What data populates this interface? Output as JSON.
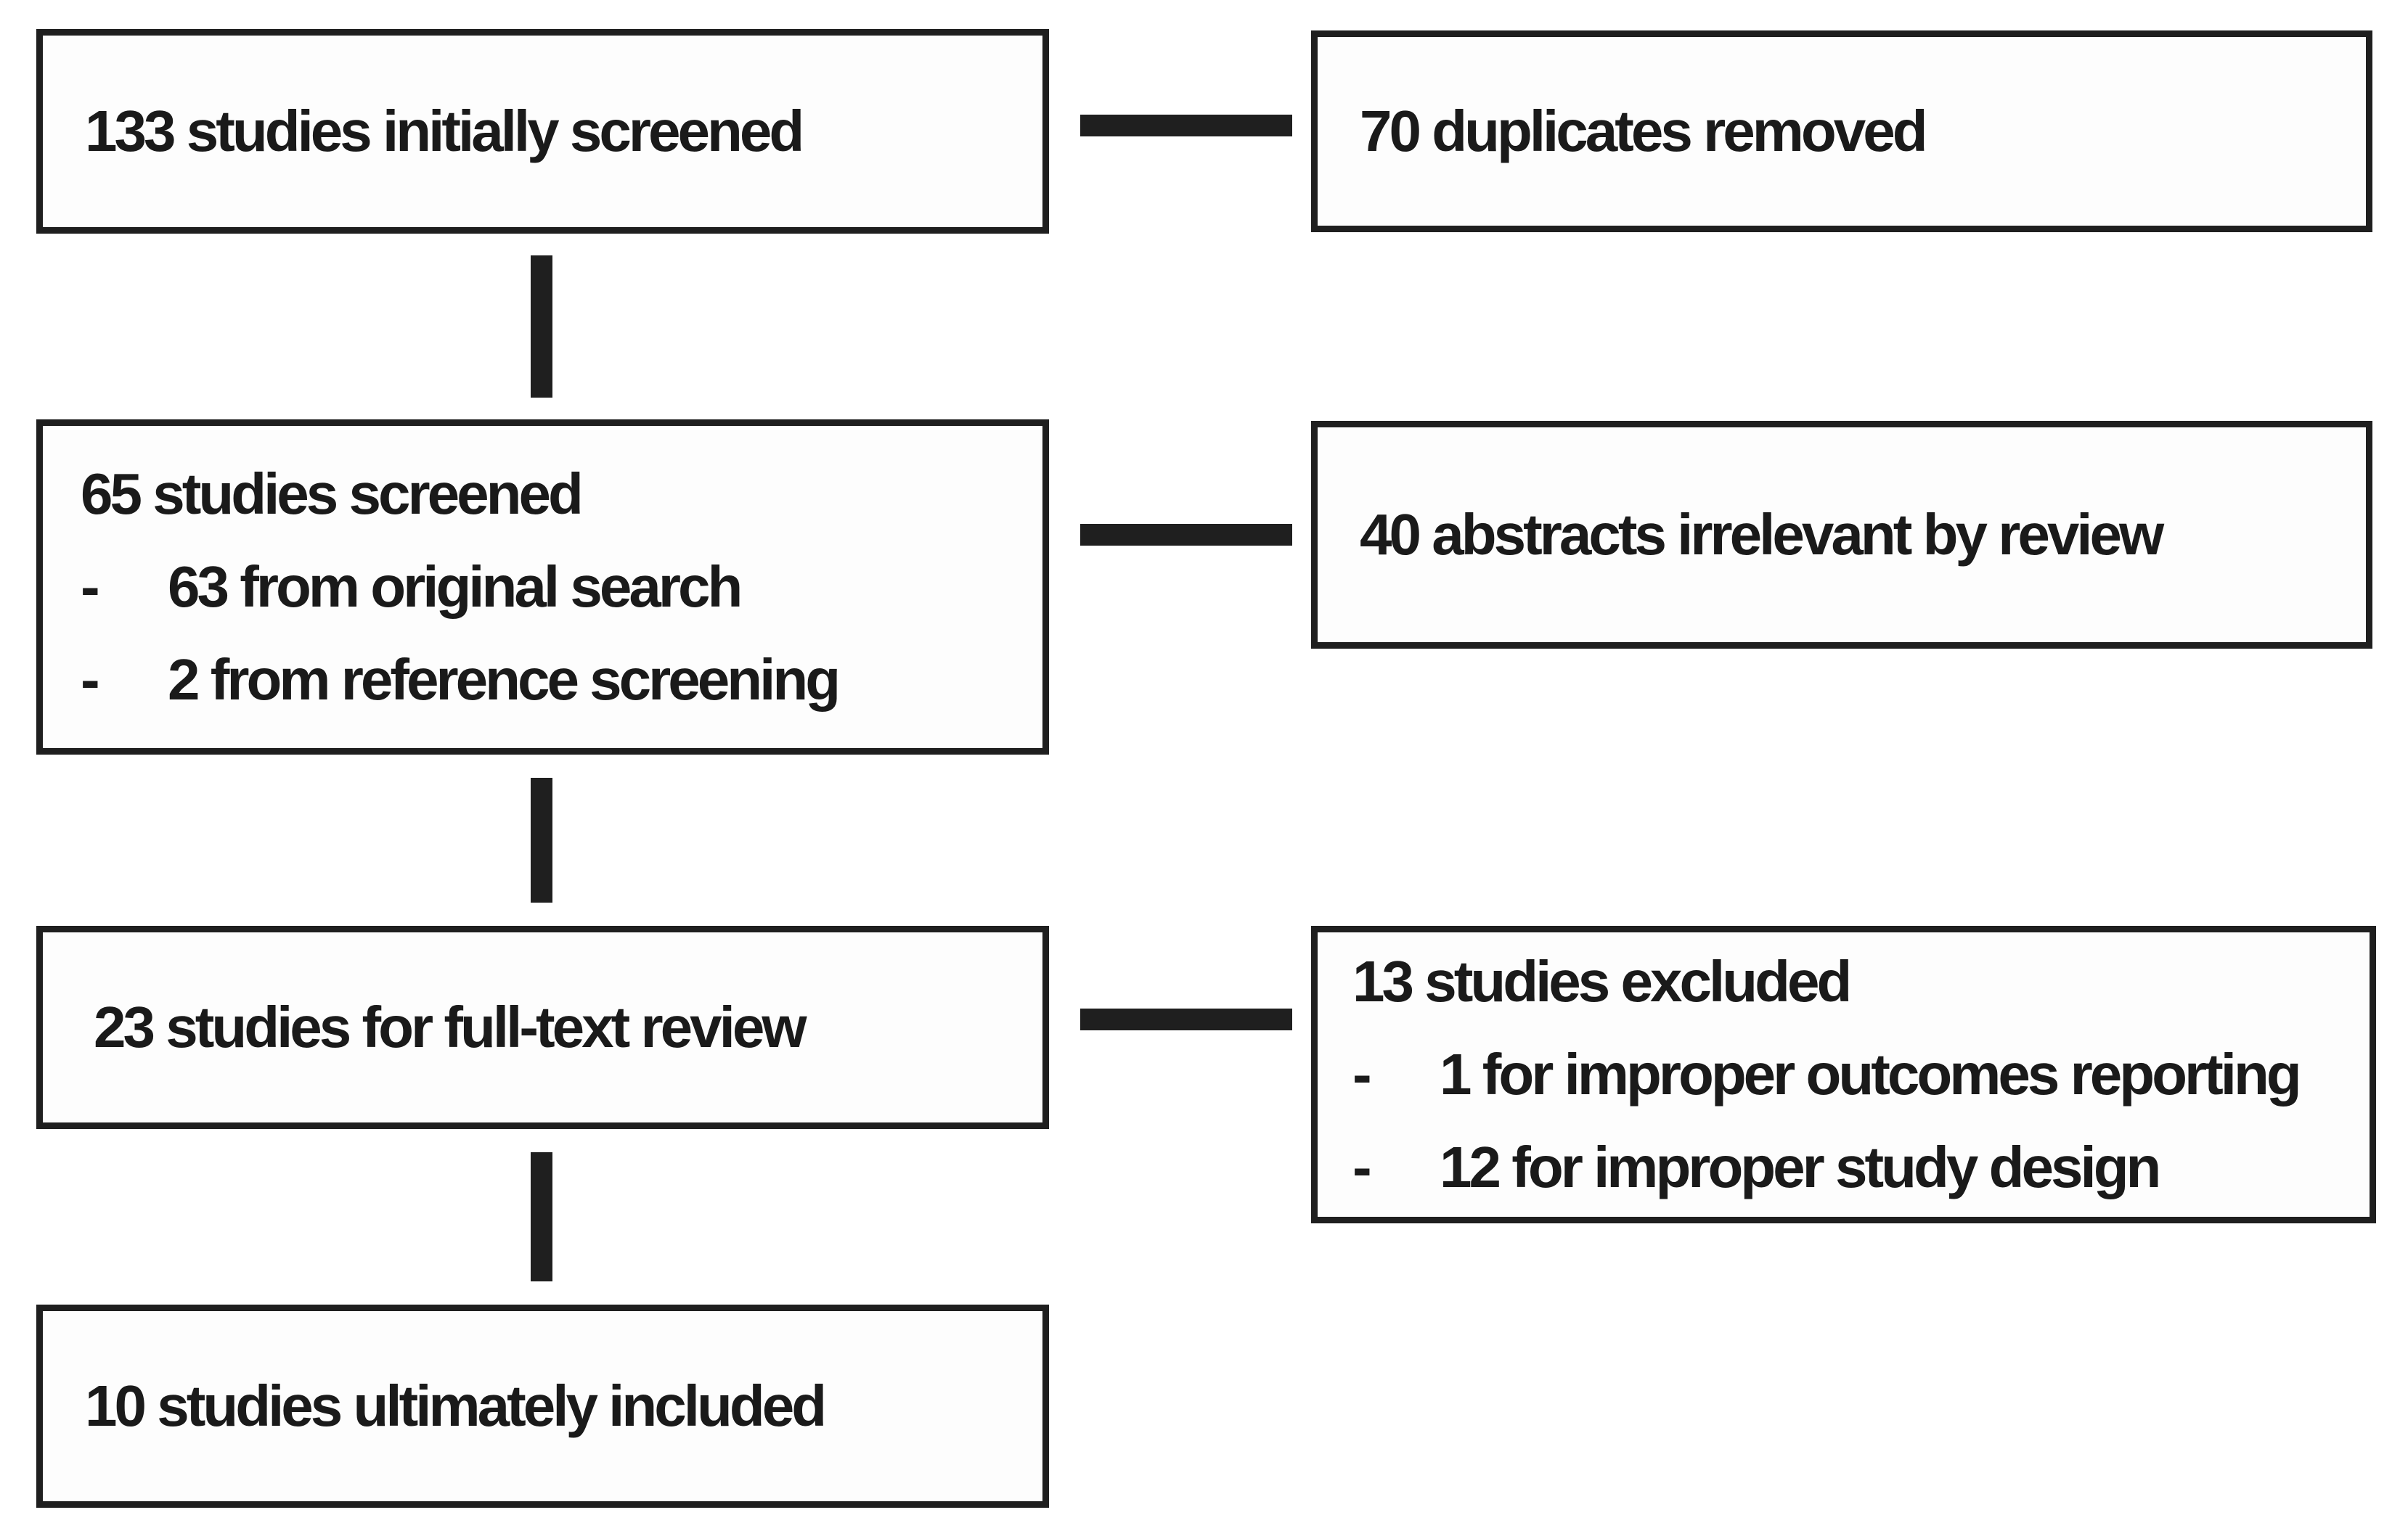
{
  "diagram": {
    "background": "#ffffff",
    "ink_color": "#1f1f1f",
    "bullet_marker": "-",
    "nodes": {
      "initially_screened": {
        "title": "133 studies initially screened"
      },
      "duplicates_removed": {
        "title": "70 duplicates removed"
      },
      "studies_screened": {
        "title": "65 studies screened",
        "bullets": [
          "63 from original search",
          "2 from reference screening"
        ]
      },
      "abstracts_irrelevant": {
        "title": "40 abstracts irrelevant by review"
      },
      "full_text_review": {
        "title": "23 studies for full-text review"
      },
      "studies_excluded": {
        "title": "13 studies excluded",
        "bullets": [
          "1 for improper outcomes reporting",
          "12 for improper study design"
        ]
      },
      "ultimately_included": {
        "title": "10 studies ultimately included"
      }
    }
  }
}
